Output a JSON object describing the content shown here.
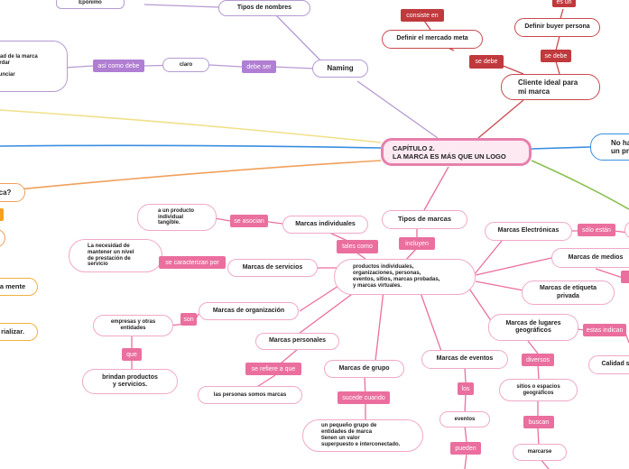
{
  "center": {
    "title": "CAPÍTULO 2.\nLA MARCA ES MÁS QUE UN LOGO"
  },
  "colors": {
    "pink": "#ea6f9e",
    "red": "#c0393c",
    "purple": "#b07ed2",
    "orange": "#f5a020",
    "blue": "#3a8ee0",
    "green": "#8ac050",
    "yellow": "#f0e08a"
  },
  "nodes": {
    "eponimo": "Epónimo",
    "tipos_nombres": "Tipos de nombres",
    "identidad": "ntidad de la marca\nacordar\n\nronunciar",
    "claro": "claro",
    "naming": "Naming",
    "definir_mercado": "Definir el mercado meta",
    "definir_buyer": "Definir buyer persona",
    "cliente_ideal": "Cliente ideal para\nmi marca",
    "no_ha": "No ha\nun pr",
    "marca_q": "rca?",
    "mente": "a mente",
    "rializar": "rializar.",
    "tipos_marcas": "Tipos de marcas",
    "producto_individual": "a un producto\nindividual\ntangible.",
    "marcas_individuales": "Marcas individuales",
    "necesidad": "La necesidad de\nmantener un nivel\nde prestación de\nservicio",
    "marcas_servicios": "Marcas de servicios",
    "productos_individuales": "productos individuales,\norganizaciones, personas,\neventos, sitios, marcas probadas,\ny marcas virtuales.",
    "marcas_electronicas": "Marcas Electrónicas",
    "marcas_medios": "Marcas de medios",
    "marcas_etiqueta": "Marcas de etiqueta\nprivada",
    "marcas_organizacion": "Marcas de organización",
    "empresas": "empresas y otras\nentidades",
    "marcas_lugares": "Marcas de lugares\ngeográficos",
    "marcas_personales": "Marcas personales",
    "brindan": "brindan productos\ny servicios.",
    "marcas_grupo": "Marcas de grupo",
    "marcas_eventos": "Marcas de eventos",
    "calidad": "Calidad s",
    "sitios_espacios": "sitios o espacios\ngeográficos",
    "personas_marcas": "las personas somos marcas",
    "eventos": "eventos",
    "grupo_pequeno": "un pequeño grupo de\nentidades de marca\ntienen un valor\nsuperpuesto e interconectado.",
    "marcarse": "marcarse"
  },
  "tags": {
    "es_un": "es un",
    "consiste_en": "consiste en",
    "asi_como_debe": "así como debe",
    "debe_ser": "debe ser",
    "se_debe_1": "se debe",
    "se_debe_2": "se debe",
    "se_asocian": "se asocian",
    "tales_como": "tales como",
    "incluyen": "incluyen",
    "solo_estan": "sólo están",
    "se_caracterizan_por": "se caracterizan por",
    "son": "son",
    "que": "que",
    "se_refiere_a_que": "se refiere a que",
    "sucede_cuando": "sucede cuando",
    "los": "los",
    "pueden": "pueden",
    "diversos": "diversos",
    "buscan": "buscan",
    "estas_indican": "estas indican"
  }
}
